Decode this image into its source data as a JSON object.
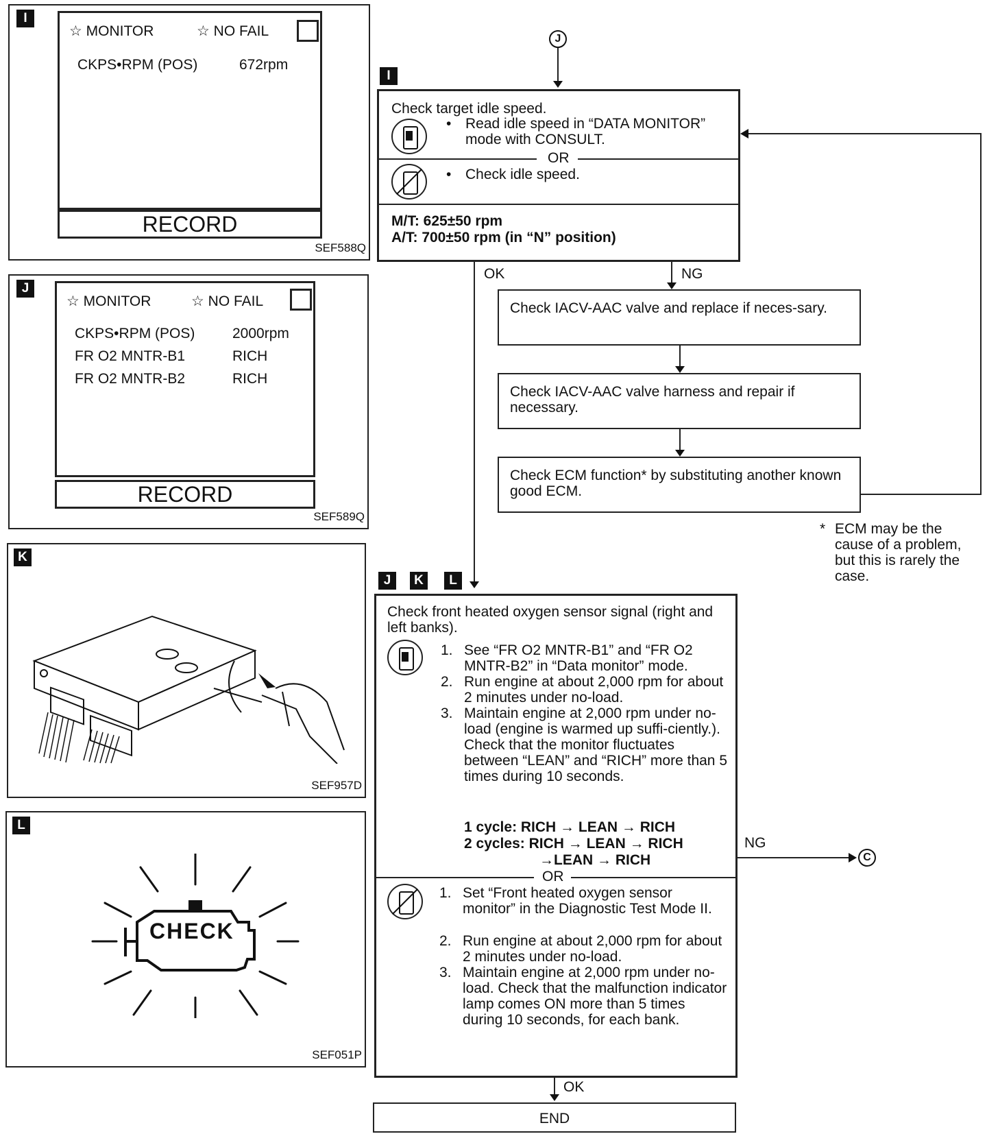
{
  "panel_i": {
    "tag": "I",
    "monitor_label": "☆ MONITOR",
    "nofail_label": "☆ NO FAIL",
    "rows": [
      {
        "name": "CKPS•RPM (POS)",
        "value": "672rpm"
      }
    ],
    "record_label": "RECORD",
    "sef_code": "SEF588Q"
  },
  "panel_j": {
    "tag": "J",
    "monitor_label": "☆ MONITOR",
    "nofail_label": "☆ NO FAIL",
    "rows": [
      {
        "name": "CKPS•RPM (POS)",
        "value": "2000rpm"
      },
      {
        "name": "FR O2 MNTR-B1",
        "value": "RICH"
      },
      {
        "name": "FR O2 MNTR-B2",
        "value": "RICH"
      }
    ],
    "record_label": "RECORD",
    "sef_code": "SEF589Q"
  },
  "panel_k": {
    "tag": "K",
    "sef_code": "SEF957D"
  },
  "panel_l": {
    "tag": "L",
    "check_label": "CHECK",
    "sef_code": "SEF051P"
  },
  "flow": {
    "connector_j": "J",
    "connector_c": "C",
    "step_i": {
      "tag": "I",
      "title": "Check target idle speed.",
      "consult_bullet": "Read idle speed in “DATA MONITOR” mode with CONSULT.",
      "or_label": "OR",
      "noconsult_bullet": "Check idle speed.",
      "spec_mt": "M/T: 625±50 rpm",
      "spec_at": "A/T: 700±50 rpm (in “N” position)"
    },
    "ok_label": "OK",
    "ng_label": "NG",
    "box_iacv": "Check IACV-AAC valve and replace if neces-sary.",
    "box_iacv_harness": "Check IACV-AAC valve harness and repair if necessary.",
    "box_ecm": "Check ECM function* by substituting another known good ECM.",
    "ecm_note_star": "*",
    "ecm_note": "ECM may be the cause of a problem, but this is rarely the case.",
    "step_jkl": {
      "tags": [
        "J",
        "K",
        "L"
      ],
      "title": "Check front heated oxygen sensor signal (right and left banks).",
      "consult_steps": [
        "See “FR O2 MNTR-B1” and “FR O2 MNTR-B2” in “Data monitor” mode.",
        "Run engine at about 2,000 rpm for about 2 minutes under no-load.",
        "Maintain engine at 2,000 rpm under no-load (engine is warmed up suffi-ciently.). Check that the monitor fluctuates between “LEAN” and “RICH” more than 5 times during 10 seconds."
      ],
      "cycle1": "1 cycle: RICH → LEAN → RICH",
      "cycle2a": "2 cycles: RICH → LEAN → RICH",
      "cycle2b": "→LEAN → RICH",
      "or_label": "OR",
      "noconsult_steps": [
        "Set “Front heated oxygen sensor monitor” in the Diagnostic Test Mode II.",
        "Run engine at about 2,000 rpm for about 2 minutes under no-load.",
        "Maintain engine at 2,000 rpm under no-load. Check that the malfunction indicator lamp comes ON more than 5 times during 10 seconds, for each bank."
      ],
      "step_numbers": [
        "1.",
        "2.",
        "3."
      ]
    },
    "ng_label2": "NG",
    "ok_label2": "OK",
    "end_label": "END"
  },
  "icons": [
    "consult-tester-icon",
    "no-consult-icon",
    "connector-c-icon",
    "connector-j-icon",
    "check-engine-icon",
    "ecm-screwdriver-illustration"
  ]
}
